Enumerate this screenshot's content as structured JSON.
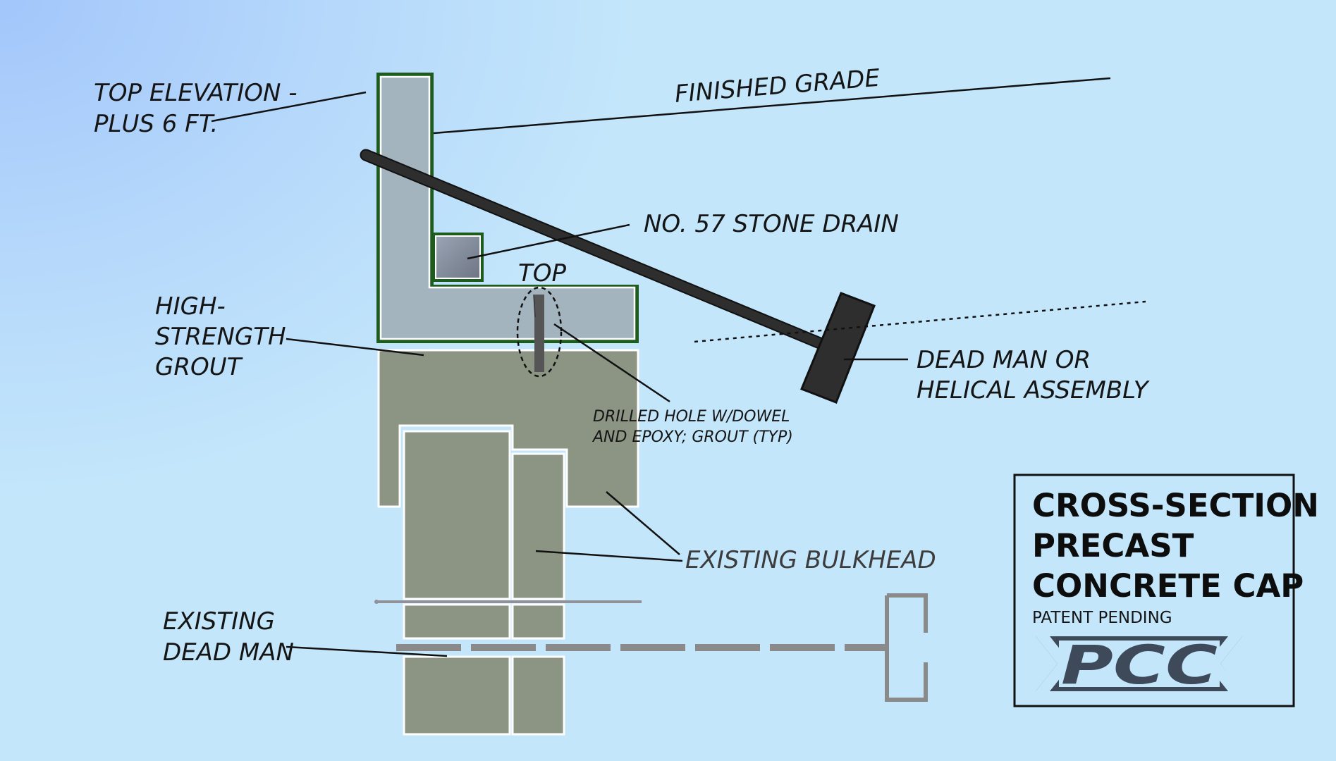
{
  "labels": {
    "top_elevation_1": "TOP ELEVATION -",
    "top_elevation_2": "PLUS 6 FT.",
    "finished_grade": "FINISHED GRADE",
    "stone_drain": "NO. 57 STONE DRAIN",
    "top": "TOP",
    "grout_1": "HIGH-",
    "grout_2": "STRENGTH",
    "grout_3": "GROUT",
    "dead_man_assembly_1": "DEAD MAN OR",
    "dead_man_assembly_2": "HELICAL ASSEMBLY",
    "drilled_hole_1": "DRILLED HOLE W/DOWEL",
    "drilled_hole_2": "AND EPOXY; GROUT (TYP)",
    "existing_bulkhead": "EXISTING BULKHEAD",
    "existing_dead_man_1": "EXISTING",
    "existing_dead_man_2": "DEAD MAN"
  },
  "title_block": {
    "line1": "CROSS-SECTION",
    "line2": "PRECAST",
    "line3": "CONCRETE CAP",
    "subtitle": "PATENT PENDING",
    "logo_text": "PCC"
  },
  "colors": {
    "background_top": "#a3c6fb",
    "background": "#c3e6fb",
    "cap_fill": "#a3b4bf",
    "cap_outline": "#1d5c1d",
    "bulkhead_fill": "#8c9483",
    "rod": "#2b2b2b",
    "logo": "#3e4a5a"
  }
}
